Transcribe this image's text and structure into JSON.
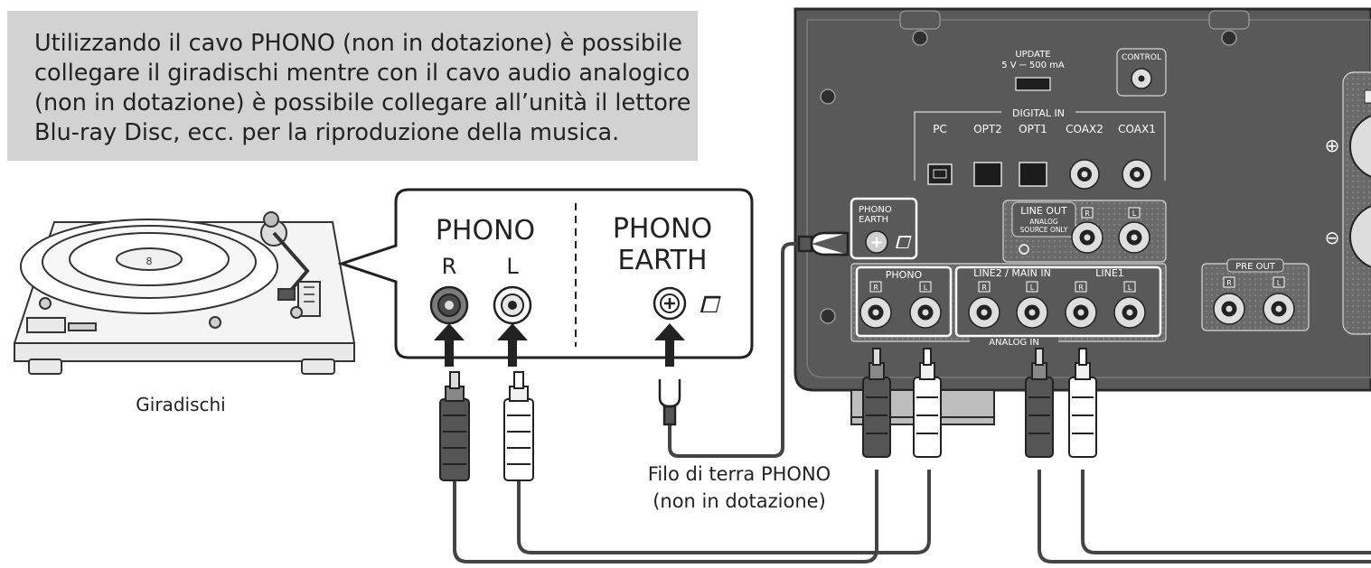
{
  "intro_text": "Utilizzando il cavo PHONO (non in dotazione) è possibile collegare il giradischi mentre con il cavo audio analogico (non in dotazione) è possibile collegare all’unità il lettore Blu-ray Disc, ecc. per la riproduzione della musica.",
  "turntable": {
    "label": "Giradischi",
    "tonearm_mark": "8"
  },
  "callout": {
    "phono_title": "PHONO",
    "right_label": "R",
    "left_label": "L",
    "earth_title_line1": "PHONO",
    "earth_title_line2": "EARTH",
    "ground_symbol": "⧠"
  },
  "ground_wire": {
    "label_line1": "Filo di terra PHONO",
    "label_line2": "(non in dotazione)"
  },
  "panel": {
    "update_line1": "UPDATE",
    "update_line2": "5 V ⎓ 500 mA",
    "control": "CONTROL",
    "digital_in": "DIGITAL IN",
    "digital_ports": [
      "PC",
      "OPT2",
      "OPT1",
      "COAX2",
      "COAX1"
    ],
    "phono_earth_line1": "PHONO",
    "phono_earth_line2": "EARTH",
    "line_out": "LINE OUT",
    "line_out_sub1": "ANALOG",
    "line_out_sub2": "SOURCE ONLY",
    "phono": "PHONO",
    "line2_main_in": "LINE2 / MAIN IN",
    "line1": "LINE1",
    "analog_in": "ANALOG IN",
    "pre_out": "PRE OUT",
    "r_mark": "R",
    "l_mark": "L",
    "plus_mark": "⊕",
    "minus_mark": "⊖"
  },
  "colors": {
    "panel": "#595959",
    "panel_dark": "#3f3f3f",
    "note_bg": "#d2d2d2",
    "cable": "#444444"
  }
}
